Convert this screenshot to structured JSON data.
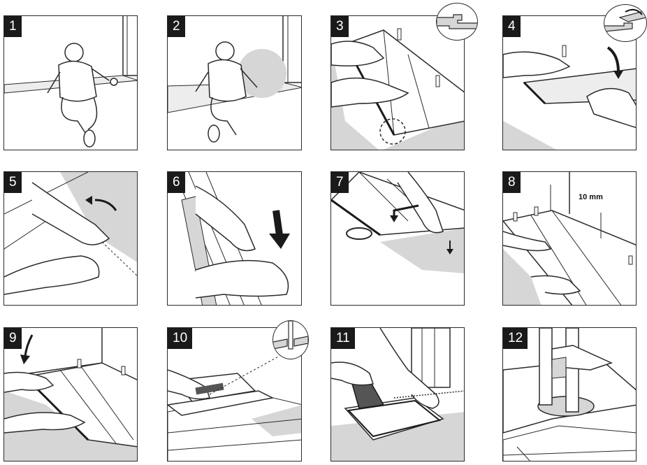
{
  "panels": [
    {
      "number": "1"
    },
    {
      "number": "2"
    },
    {
      "number": "3"
    },
    {
      "number": "4"
    },
    {
      "number": "5"
    },
    {
      "number": "6"
    },
    {
      "number": "7"
    },
    {
      "number": "8"
    },
    {
      "number": "9"
    },
    {
      "number": "10"
    },
    {
      "number": "11"
    },
    {
      "number": "12"
    }
  ],
  "annotations": {
    "gap_label": "10 mm"
  },
  "colors": {
    "stroke": "#2a2a2a",
    "shade": "#d6d6d6",
    "light": "#ededed",
    "label_bg": "#1a1a1a"
  }
}
